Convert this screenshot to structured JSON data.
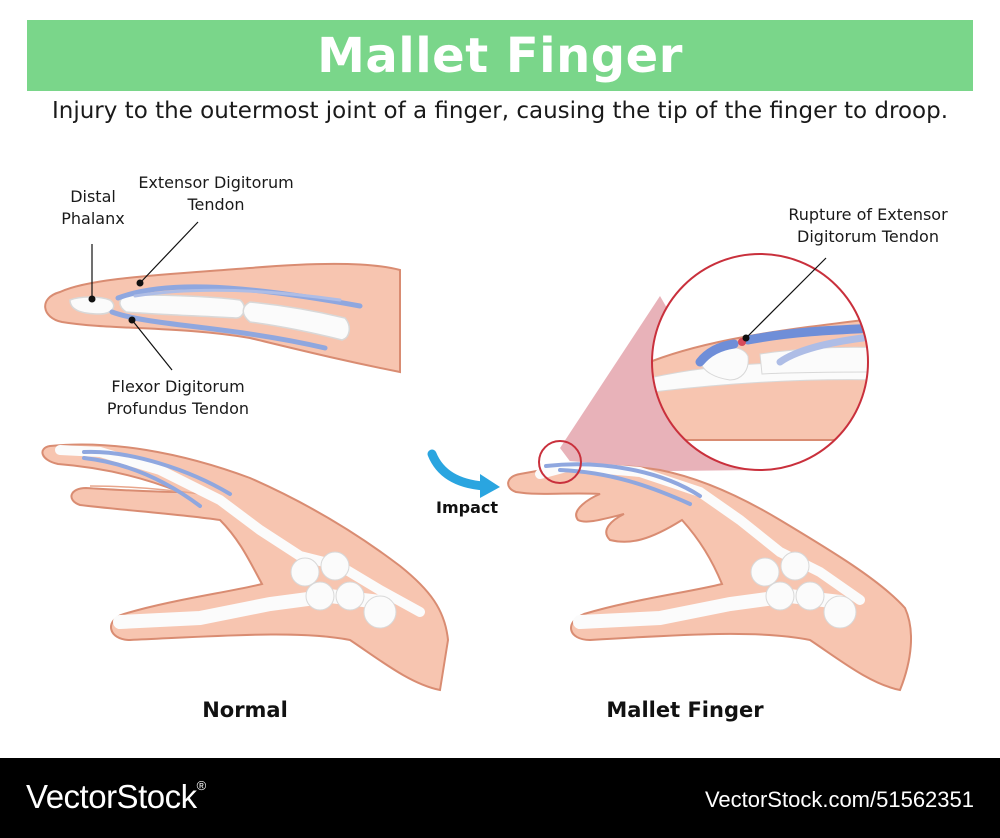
{
  "header": {
    "title": "Mallet Finger",
    "subtitle": "Injury to the outermost joint of a finger, causing the tip of the finger to droop."
  },
  "labels": {
    "distal_phalanx": [
      "Distal",
      "Phalanx"
    ],
    "extensor_tendon": [
      "Extensor Digitorum",
      "Tendon"
    ],
    "flexor_tendon": [
      "Flexor Digitorum",
      "Profundus Tendon"
    ],
    "rupture": [
      "Rupture of Extensor",
      "Digitorum Tendon"
    ],
    "impact": "Impact"
  },
  "captions": {
    "normal": "Normal",
    "mallet": "Mallet Finger"
  },
  "footer": {
    "brand": "VectorStock",
    "registered_mark": "®",
    "reference": "VectorStock.com/51562351"
  },
  "colors": {
    "title_bar": "#7ad68a",
    "skin": "#f7c5b0",
    "skin_outline": "#d98c72",
    "bone": "#fbfbfb",
    "tendon": "#8fa7df",
    "rupture_circle": "#c9303c",
    "impact_arrow": "#2aa5e0"
  }
}
